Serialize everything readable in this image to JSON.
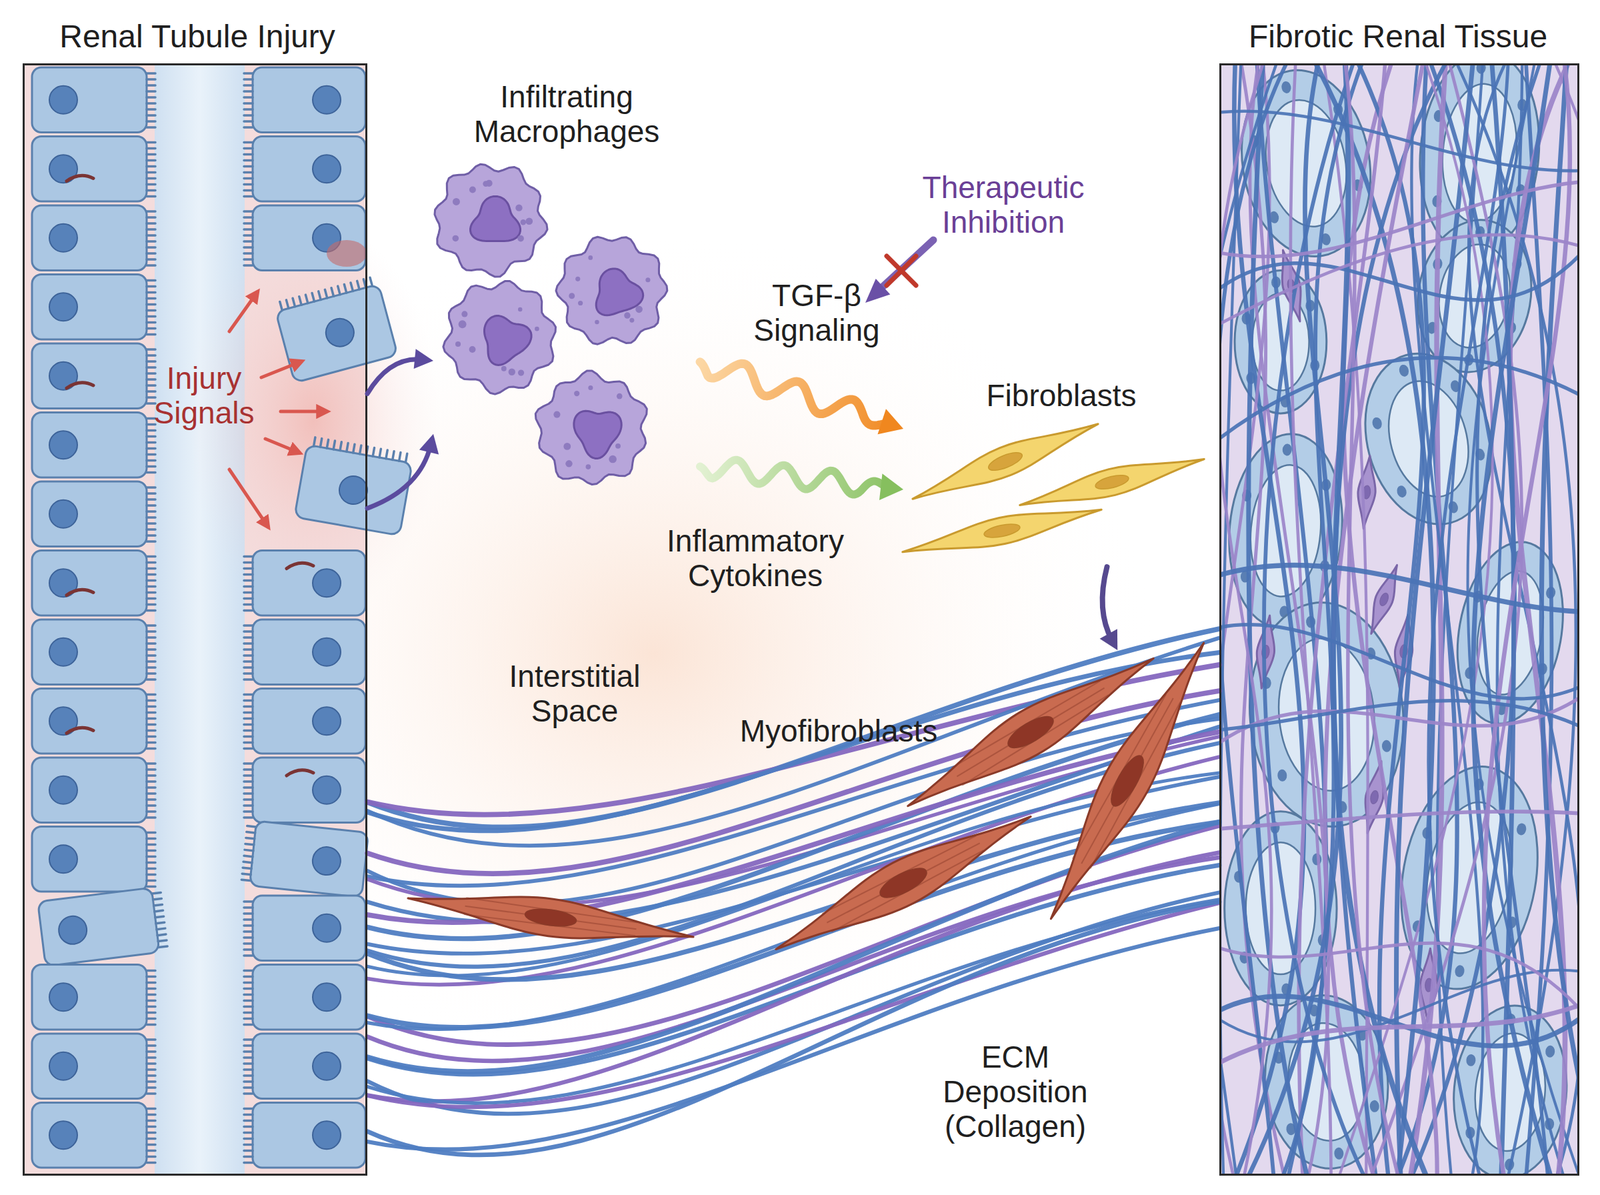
{
  "diagram": {
    "nodes": [
      {
        "text": [
          "Renal Tubule Injury"
        ]
      },
      {
        "text": [
          "Infiltrating Macrophages"
        ]
      },
      {
        "text": [
          "Fibroblasts"
        ]
      },
      {
        "text": [
          "Myofibroblasts"
        ]
      },
      {
        "text": [
          "Fibrotic Renal Tissue"
        ]
      }
    ],
    "edges": [
      {
        "from": 0,
        "to": 1,
        "arrow": "to"
      },
      {
        "from": 0,
        "to": 1,
        "arrow": "to"
      },
      {
        "from": 1,
        "to": 2,
        "label": "TGF-β Signaling",
        "arrow": "to"
      },
      {
        "from": 1,
        "to": 2,
        "label": "Inflammatory Cytokines",
        "arrow": "to"
      },
      {
        "from": 2,
        "to": 3,
        "arrow": "to"
      }
    ],
    "labels": [
      "Injury Signals",
      "Therapeutic Inhibition",
      "Interstitial Space",
      "ECM Deposition (Collagen)"
    ]
  }
}
